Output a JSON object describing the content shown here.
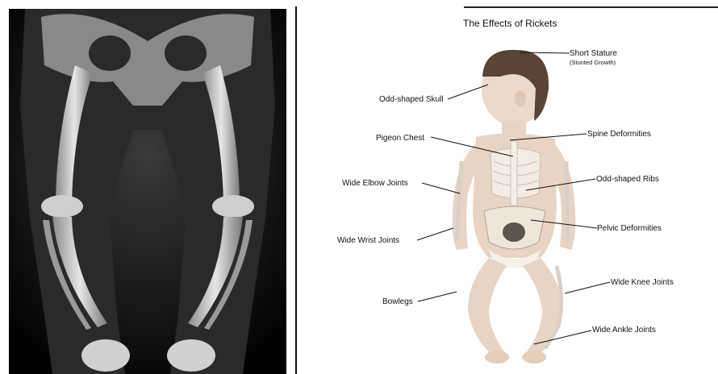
{
  "title": "The Effects of Rickets",
  "labels": {
    "short_stature": "Short Stature",
    "stunted_growth": "(Stunted Growth)",
    "odd_shaped_skull": "Odd-shaped Skull",
    "pigeon_chest": "Pigeon Chest",
    "spine_deformities": "Spine Deformities",
    "wide_elbow_joints": "Wide Elbow Joints",
    "odd_shaped_ribs": "Odd-shaped Ribs",
    "pelvic_deformities": "Pelvic Deformities",
    "wide_wrist_joints": "Wide Wrist Joints",
    "bowlegs": "Bowlegs",
    "wide_knee_joints": "Wide Knee Joints",
    "wide_ankle_joints": "Wide Ankle Joints"
  },
  "colors": {
    "xray_background": "#000000",
    "bone": "#d9d9d9",
    "skin": "#e8d4c4",
    "hair": "#5a4436",
    "text": "#111111"
  }
}
